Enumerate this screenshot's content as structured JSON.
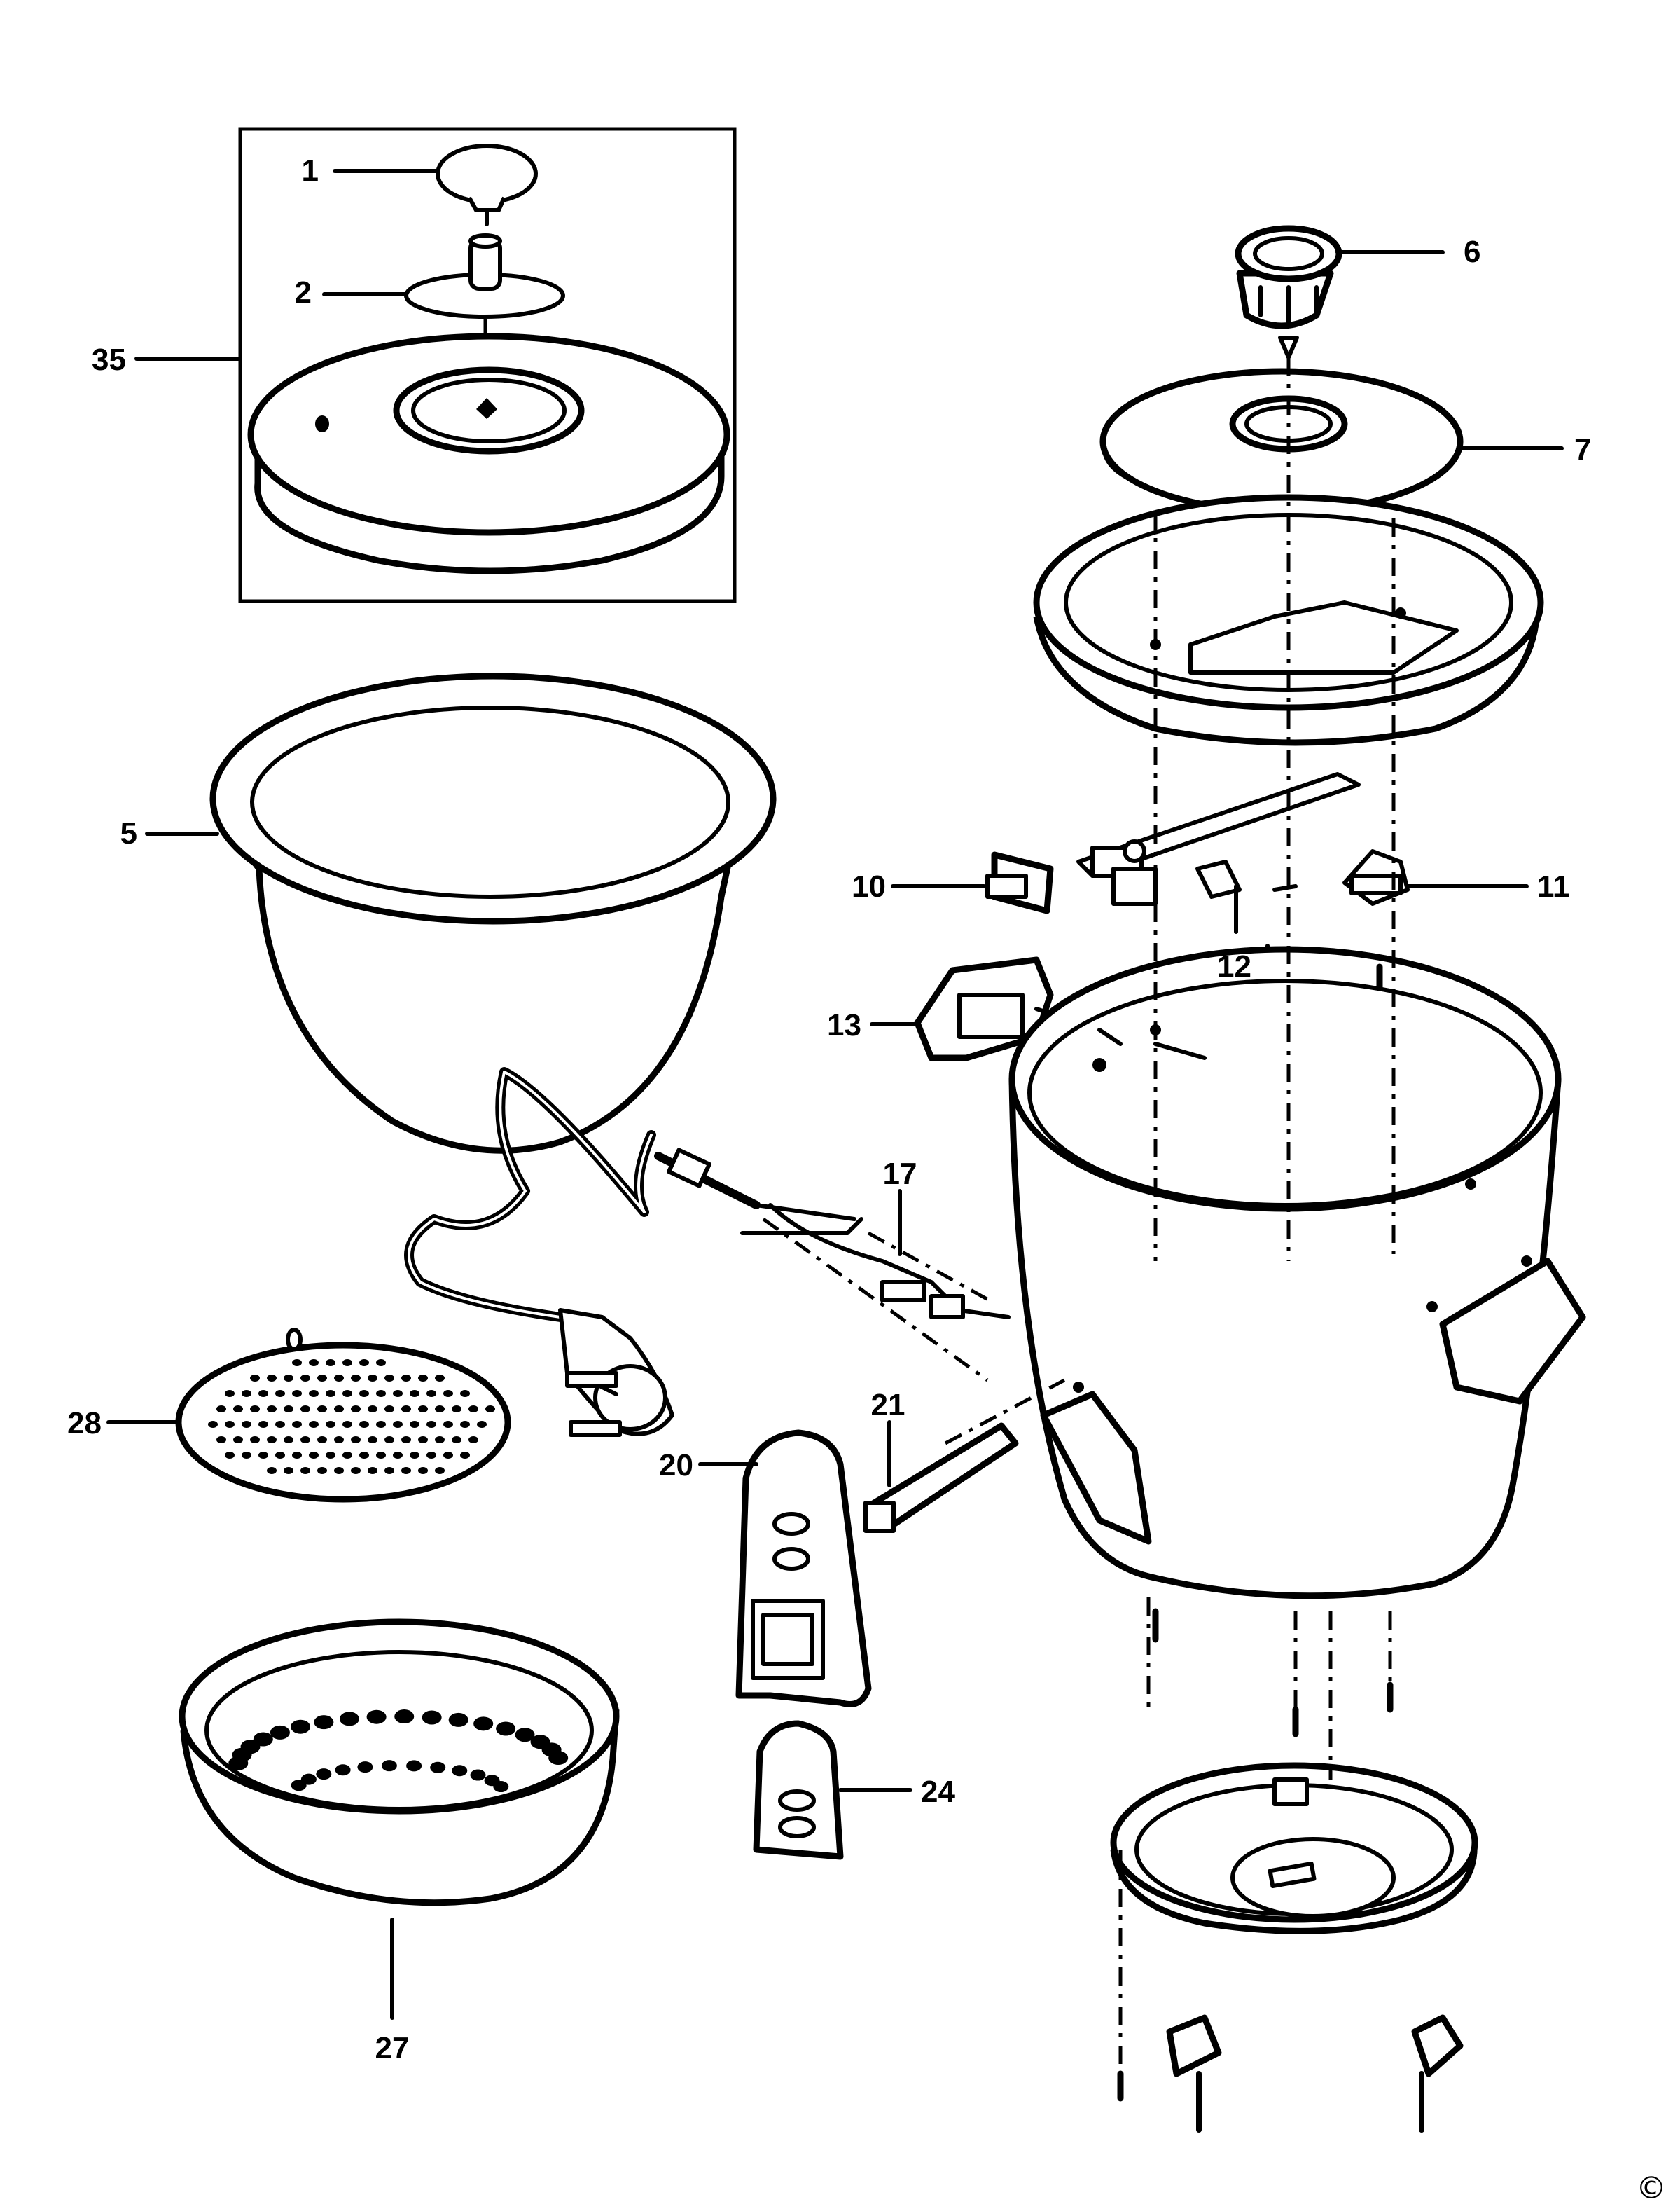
{
  "labels": {
    "p1": "1",
    "p2": "2",
    "p35": "35",
    "p5": "5",
    "p6": "6",
    "p7": "7",
    "p10": "10",
    "p11": "11",
    "p12": "12",
    "p13": "13",
    "p17": "17",
    "p20": "20",
    "p21": "21",
    "p24": "24",
    "p27": "27",
    "p28": "28"
  },
  "copyright": "©"
}
